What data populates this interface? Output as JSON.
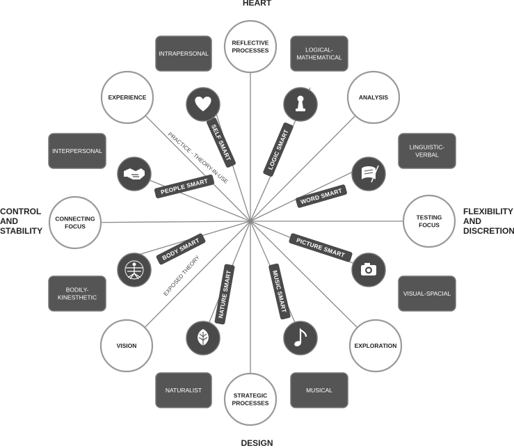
{
  "axes": {
    "top": "HEART",
    "bottom": "DESIGN",
    "left": [
      "CONTROL",
      "AND",
      "STABILITY"
    ],
    "right": [
      "FLEXIBILITY",
      "AND",
      "DISCRETION"
    ]
  },
  "circles": {
    "top": [
      "REFLECTIVE",
      "PROCESSES"
    ],
    "upper_right": [
      "ANALYSIS"
    ],
    "right": [
      "TESTING",
      "FOCUS"
    ],
    "lower_right": [
      "EXPLORATION"
    ],
    "bottom": [
      "STRATEGIC",
      "PROCESSES"
    ],
    "lower_left": [
      "VISION"
    ],
    "left": [
      "CONNECTING",
      "FOCUS"
    ],
    "upper_left": [
      "EXPERIENCE"
    ]
  },
  "boxes": {
    "intrapersonal": [
      "INTRAPERSONAL"
    ],
    "logical": [
      "LOGICAL-",
      "MATHEMATICAL"
    ],
    "interpersonal": [
      "INTERPERSONAL"
    ],
    "linguistic": [
      "LINGUISTIC-",
      "VERBAL"
    ],
    "bodily": [
      "BODILY-",
      "KINESTHETIC"
    ],
    "visual": [
      "VISUAL-SPACIAL"
    ],
    "naturalist": [
      "NATURALIST"
    ],
    "musical": [
      "MUSICAL"
    ]
  },
  "smart_labels": {
    "self": "SELF SMART",
    "logic": "LOGIC SMART",
    "people": "PEOPLE SMART",
    "word": "WORD SMART",
    "body": "BODY SMART",
    "picture": "PICTURE SMART",
    "nature": "NATURE SMART",
    "music": "MUSIC SMART"
  },
  "annotations": {
    "practice": "PRACTICE - THEORY-IN-USE",
    "exposed": "EXPOSED THEORY"
  },
  "icons": {
    "self": "heart-icon",
    "logic": "chess-pawn-icon",
    "people": "handshake-icon",
    "word": "scroll-quill-icon",
    "body": "vitruvian-man-icon",
    "picture": "camera-icon",
    "nature": "leaf-icon",
    "music": "music-note-icon"
  },
  "colors": {
    "box_fill": "#555555",
    "icon_fill": "#4a4a4a",
    "line": "#888888",
    "circle_stroke": "#999999"
  }
}
